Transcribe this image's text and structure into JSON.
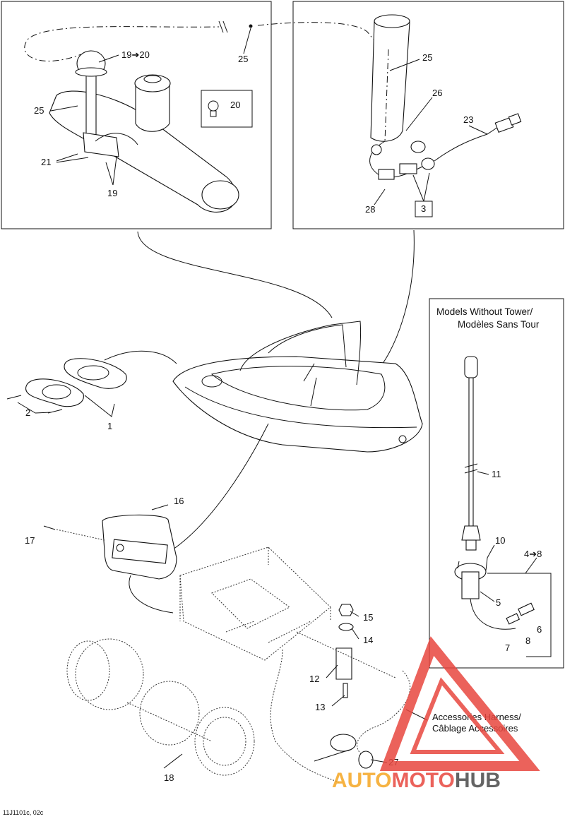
{
  "callouts": {
    "c1": "1",
    "c2": "2",
    "c3": "3",
    "c4_8": "4➔8",
    "c5": "5",
    "c6": "6",
    "c7": "7",
    "c8": "8",
    "c10": "10",
    "c11": "11",
    "c12": "12",
    "c13": "13",
    "c14": "14",
    "c15": "15",
    "c16": "16",
    "c17": "17",
    "c18": "18",
    "c19": "19",
    "c19_20": "19➔20",
    "c20": "20",
    "c21": "21",
    "c23": "23",
    "c25_left_top": "25",
    "c25_left": "25",
    "c25_right": "25",
    "c26": "26",
    "c27": "27",
    "c28": "28"
  },
  "models_box": {
    "title_line1": "Models Without Tower/",
    "title_line2": "Modèles Sans Tour"
  },
  "harness": {
    "line1": "Accessories Harness/",
    "line2": "Câblage Accessoires"
  },
  "ref_code": "11J1101c, 02c",
  "watermark": {
    "part1": "AUTO",
    "part2": "MOTO",
    "part3": "HUB",
    "color1": "#f5a623",
    "color2": "#e8473f",
    "color3": "#4a4a4a"
  }
}
